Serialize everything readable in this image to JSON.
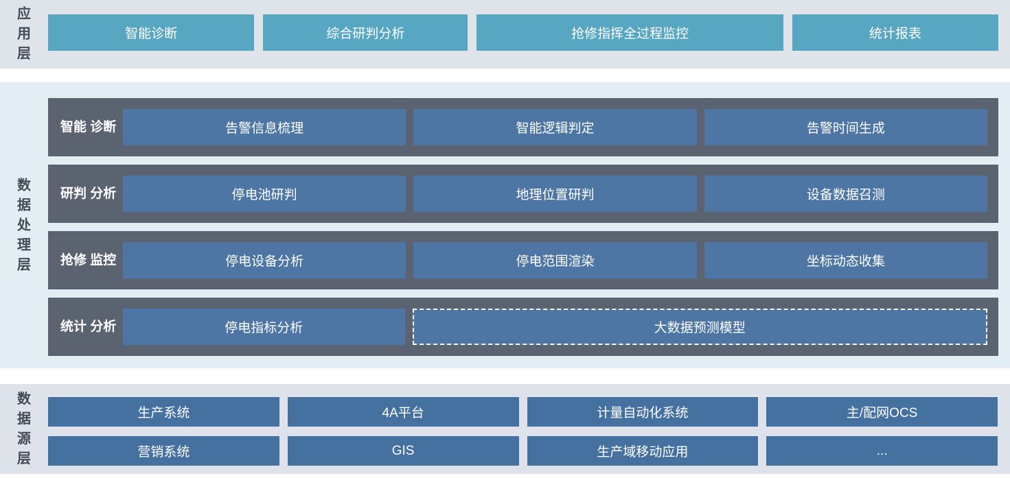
{
  "layers": {
    "app": {
      "label": "应用层",
      "items": [
        "智能诊断",
        "综合研判分析",
        "抢修指挥全过程监控",
        "统计报表"
      ]
    },
    "processing": {
      "label": "数据处理层",
      "rows": [
        {
          "label": "智能\n诊断",
          "items": [
            "告警信息梳理",
            "智能逻辑判定",
            "告警时间生成"
          ]
        },
        {
          "label": "研判\n分析",
          "items": [
            "停电池研判",
            "地理位置研判",
            "设备数据召测"
          ]
        },
        {
          "label": "抢修\n监控",
          "items": [
            "停电设备分析",
            "停电范围渲染",
            "坐标动态收集"
          ]
        },
        {
          "label": "统计\n分析",
          "items": [
            "停电指标分析",
            "大数据预测模型"
          ]
        }
      ]
    },
    "source": {
      "label": "数据源层",
      "rows": [
        [
          "生产系统",
          "4A平台",
          "计量自动化系统",
          "主/配网OCS"
        ],
        [
          "营销系统",
          "GIS",
          "生产域移动应用",
          "..."
        ]
      ]
    }
  },
  "colors": {
    "app_layer_bg": "#dfe3ea",
    "app_button": "#57a6c2",
    "processing_layer_bg": "#e2edf4",
    "processing_row_bg": "#5b6370",
    "processing_button": "#4d76a4",
    "source_layer_bg": "#dde2eb",
    "source_button": "#44719f",
    "layer_label_text": "#414a57",
    "button_text": "#ffffff"
  }
}
